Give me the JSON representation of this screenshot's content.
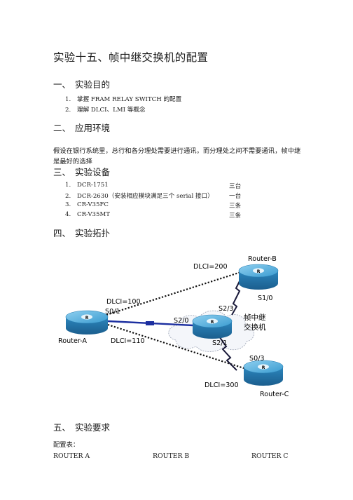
{
  "doc": {
    "title": "实验十五、帧中继交换机的配置",
    "sections": [
      {
        "num": "一、",
        "title": "实验目的"
      },
      {
        "num": "二、",
        "title": "应用环境"
      },
      {
        "num": "三、",
        "title": "实验设备"
      },
      {
        "num": "四、",
        "title": "实验拓扑"
      },
      {
        "num": "五、",
        "title": "实验要求"
      }
    ],
    "objectives": [
      {
        "n": "1.",
        "text": "掌握 FRAM RELAY SWITCH 的配置"
      },
      {
        "n": "2.",
        "text": "理解 DLCI、LMI 等概念"
      }
    ],
    "environment": "假设在银行系统里，总行和各分理处需要进行通讯，而分理处之间不需要通讯，帧中继是最好的选择",
    "equipment": [
      {
        "n": "1.",
        "text": "DCR-1751",
        "qty": "三台"
      },
      {
        "n": "2.",
        "text": "DCR-2630（安装相应模块满足三个 serial 接口）",
        "qty": "一台"
      },
      {
        "n": "3.",
        "text": "CR-V35FC",
        "qty": "三条"
      },
      {
        "n": "4.",
        "text": "CR-V35MT",
        "qty": "三条"
      }
    ],
    "config_label": "配置表：",
    "config_columns": [
      "ROUTER A",
      "ROUTER B",
      "ROUTER C"
    ]
  },
  "topology": {
    "router_a": "Router-A",
    "router_b": "Router-B",
    "router_c": "Router-C",
    "switch": "帧中继交换机",
    "router_symbol": "R",
    "dlci_100": "DLCI=100",
    "dlci_110": "DLCI=110",
    "dlci_200": "DLCI=200",
    "dlci_300": "DLCI=300",
    "s01": "S0/1",
    "s20": "S2/0",
    "s23": "S2/3",
    "s21": "S2/1",
    "s10": "S1/0",
    "s03": "S0/3",
    "colors": {
      "router": "#2f8fc4",
      "cable": "#1c2fa0",
      "serial": "#1a1a3a"
    }
  }
}
